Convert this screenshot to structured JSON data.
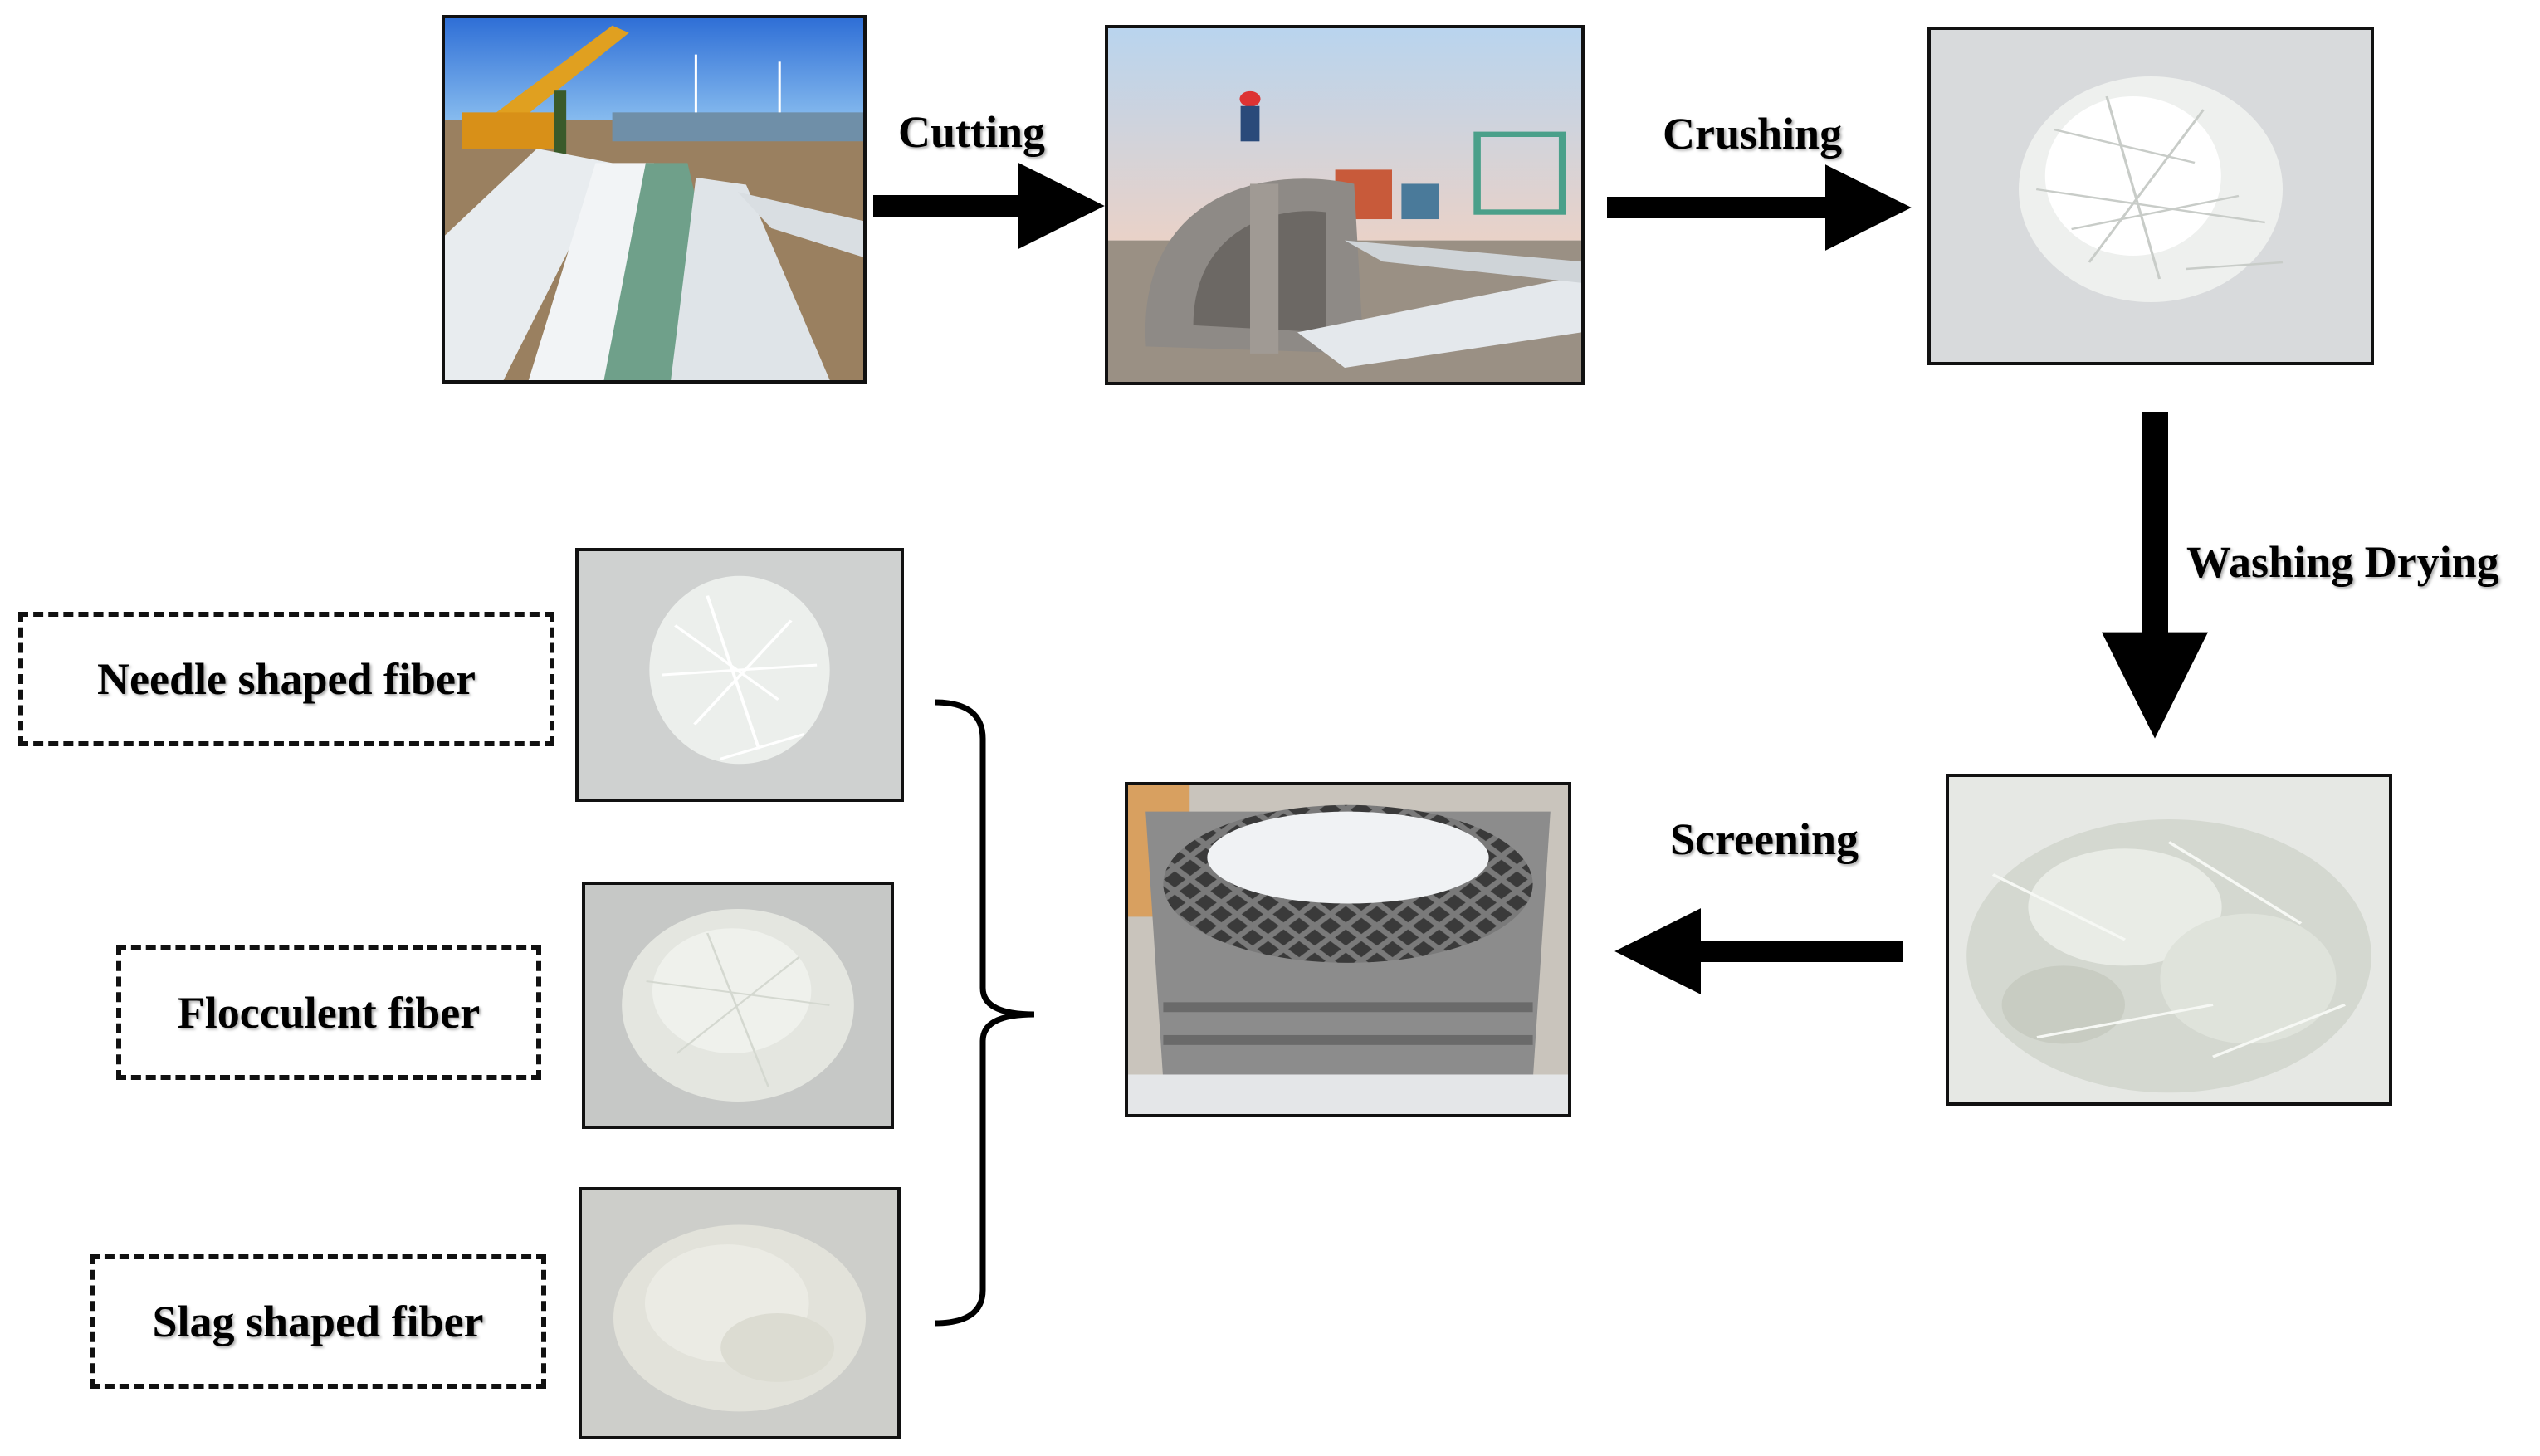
{
  "steps": {
    "cutting": "Cutting",
    "crushing": "Crushing",
    "washing_drying": "Washing Drying",
    "screening": "Screening"
  },
  "fiber_types": [
    "Needle shaped fiber",
    "Flocculent fiber",
    "Slag shaped fiber"
  ]
}
